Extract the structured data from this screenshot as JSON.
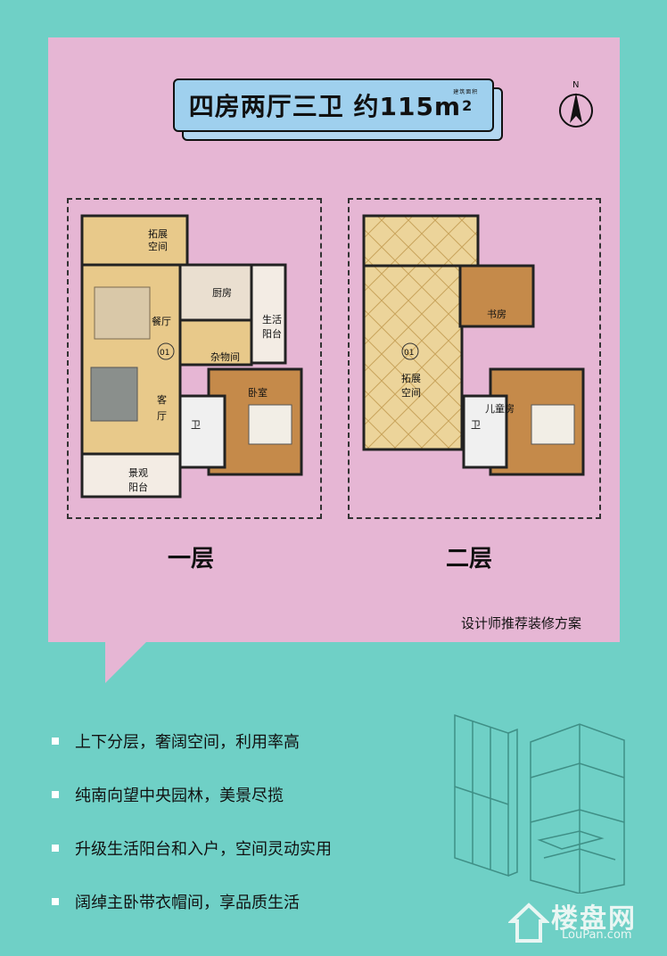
{
  "header": {
    "title_main": "四房两厅三卫 约115m",
    "title_sup": "2",
    "title_area_note": "建筑面积",
    "compass_letter": "N"
  },
  "floor1": {
    "label": "一层",
    "rooms": {
      "expand_space": [
        "拓展",
        "空间"
      ],
      "kitchen": "厨房",
      "dining": "餐厅",
      "service_balcony": [
        "生活",
        "阳台"
      ],
      "number": "01",
      "storage": "杂物间",
      "living": [
        "客",
        "厅"
      ],
      "bedroom": "卧室",
      "bath": "卫",
      "view_balcony": [
        "景观",
        "阳台"
      ]
    }
  },
  "floor2": {
    "label": "二层",
    "rooms": {
      "study": "书房",
      "number": "01",
      "expand_space": [
        "拓展",
        "空间"
      ],
      "kids_room": "儿童房",
      "bath": "卫"
    }
  },
  "designer_note": "设计师推荐装修方案",
  "bullets": [
    "上下分层，奢阔空间，利用率高",
    "纯南向望中央园林，美景尽揽",
    "升级生活阳台和入户，空间灵动实用",
    "阔绰主卧带衣帽间，享品质生活"
  ],
  "watermark": {
    "name": "楼盘网",
    "url": "LouPan.com"
  },
  "colors": {
    "background": "#6fd0c6",
    "card": "#e6b6d4",
    "title_box": "#9fd0ee",
    "floor_tile": "#e8c98a",
    "wood": "#c58a4a"
  }
}
